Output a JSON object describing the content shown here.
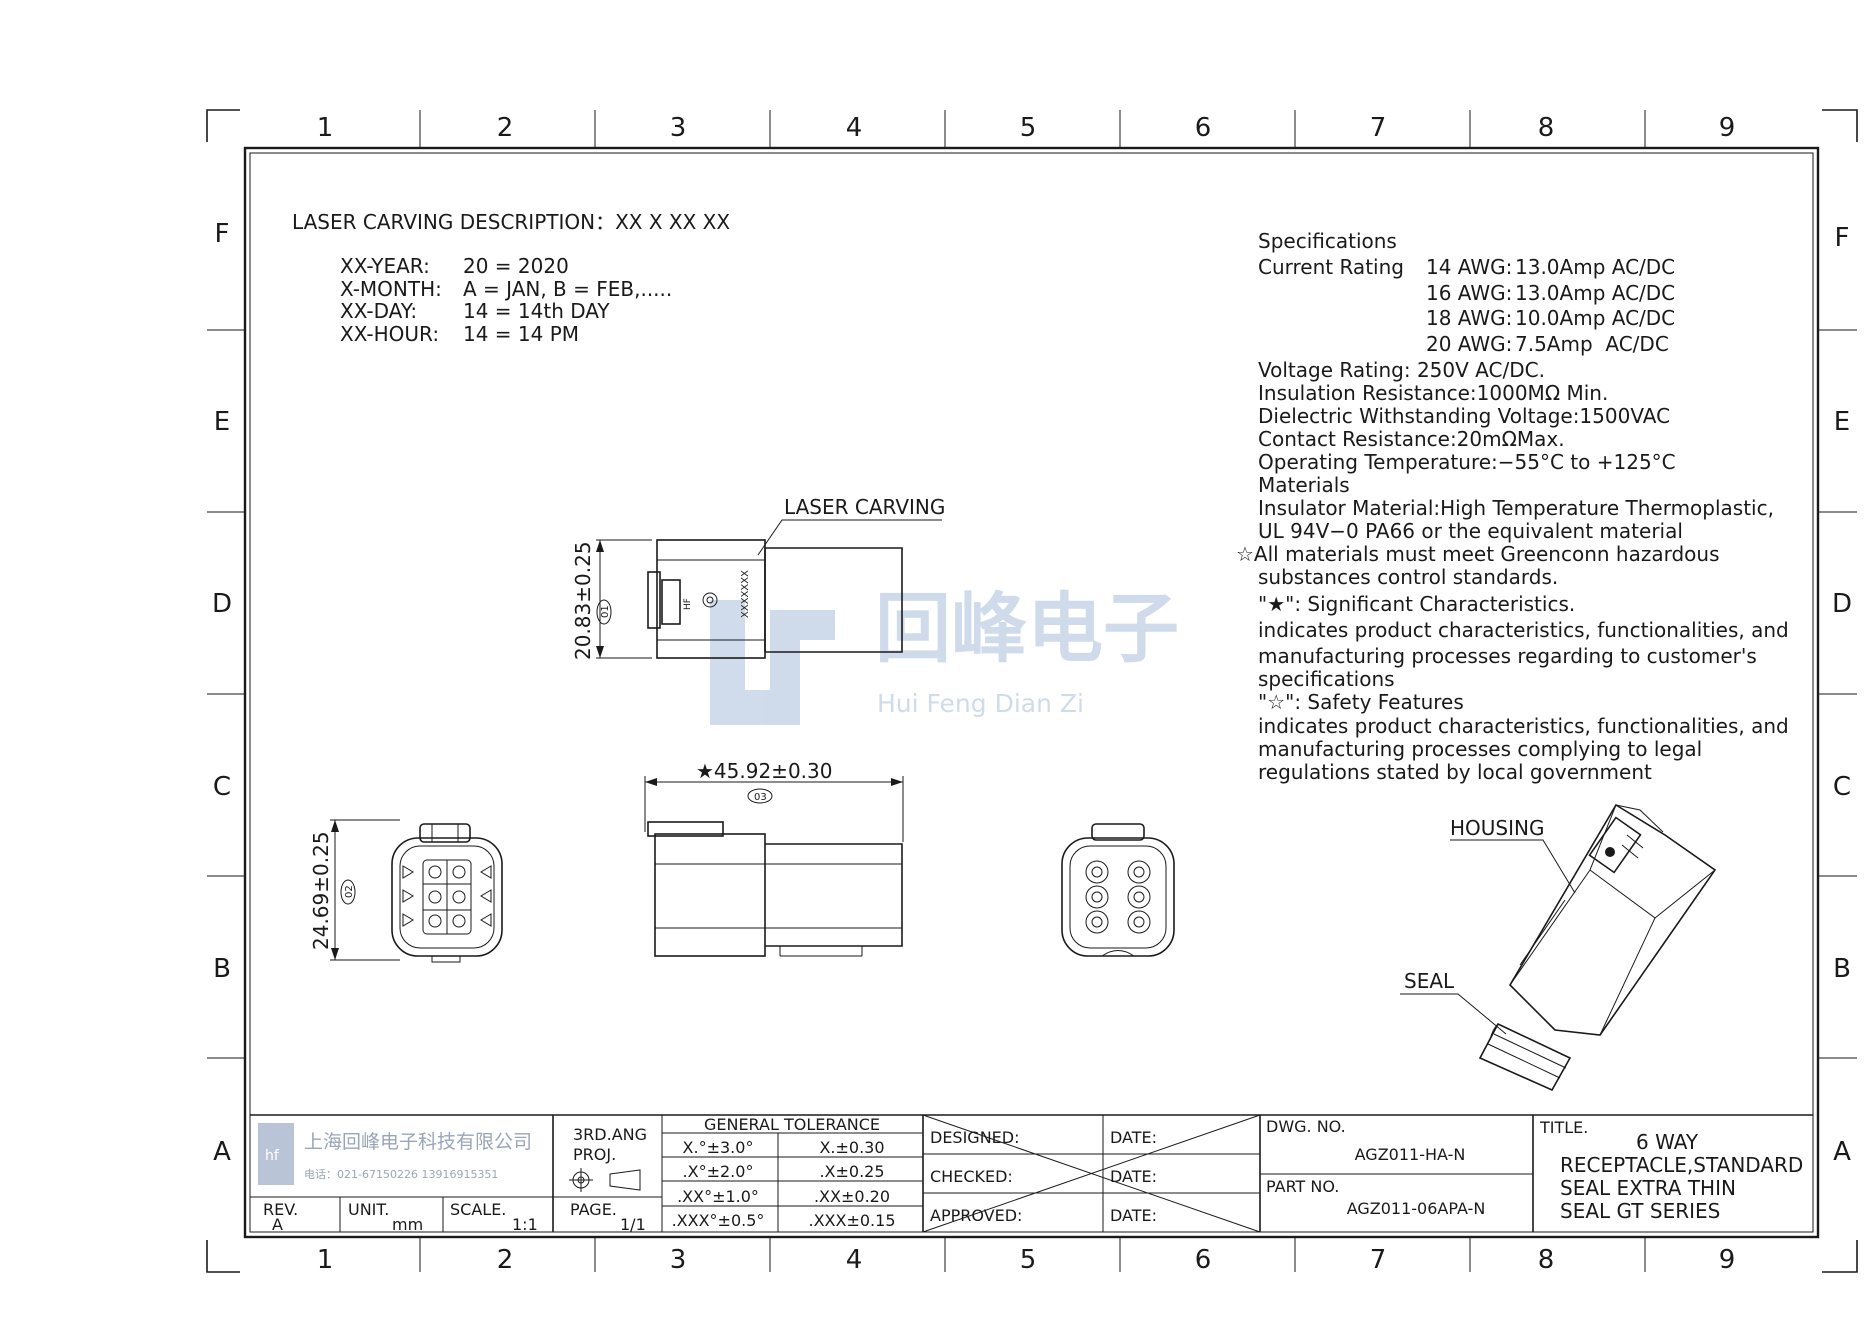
{
  "grid": {
    "columns": [
      "1",
      "2",
      "3",
      "4",
      "5",
      "6",
      "7",
      "8",
      "9"
    ],
    "rows": [
      "F",
      "E",
      "D",
      "C",
      "B",
      "A"
    ]
  },
  "laser": {
    "title": "LASER CARVING DESCRIPTION：XX X XX XX",
    "lines": [
      {
        "k": "XX-YEAR:",
        "v": "20 = 2020"
      },
      {
        "k": "X-MONTH:",
        "v": "A = JAN, B = FEB,....."
      },
      {
        "k": "XX-DAY:",
        "v": "14 = 14th DAY"
      },
      {
        "k": "XX-HOUR:",
        "v": "14 = 14 PM"
      }
    ]
  },
  "specs": {
    "heading": "Specifications",
    "current_label": "Current Rating",
    "current": [
      {
        "awg": "14 AWG:",
        "val": "13.0Amp AC/DC"
      },
      {
        "awg": "16 AWG:",
        "val": "13.0Amp AC/DC"
      },
      {
        "awg": "18 AWG:",
        "val": "10.0Amp AC/DC"
      },
      {
        "awg": "20 AWG:",
        "val": "7.5Amp  AC/DC"
      }
    ],
    "lines": [
      "Voltage Rating: 250V AC/DC.",
      "Insulation Resistance:1000MΩ Min.",
      "Dielectric Withstanding Voltage:1500VAC",
      "Contact Resistance:20mΩMax.",
      "Operating Temperature:−55°C to +125°C",
      "Materials",
      "Insulator Material:High Temperature Thermoplastic,",
      "UL 94V−0 PA66 or the equivalent material",
      "☆All materials must meet Greenconn hazardous",
      "substances control standards.",
      "\"★\": Significant Characteristics.",
      "indicates product characteristics, functionalities, and",
      "manufacturing processes regarding to customer's",
      "specifications",
      "\"☆\": Safety Features",
      "indicates product characteristics, functionalities, and",
      "manufacturing processes complying to legal",
      "regulations stated by local government"
    ]
  },
  "watermark": {
    "cn": "回峰电子",
    "en": "Hui Feng Dian Zi"
  },
  "labels": {
    "laser_carving": "LASER CARVING",
    "housing": "HOUSING",
    "seal": "SEAL",
    "dim_height_top": "20.83±0.25",
    "dim_height_top_tag": "01",
    "dim_length": "★45.92±0.30",
    "dim_length_tag": "03",
    "dim_height_front": "24.69±0.25",
    "dim_height_front_tag": "02",
    "stamp": "XXXXXXX"
  },
  "titleblock": {
    "company": "上海回峰电子科技有限公司",
    "phone": "电话：021-67150226  13916915351",
    "proj": "3RD.ANG",
    "proj2": "PROJ.",
    "rev_label": "REV.",
    "rev": "A",
    "unit_label": "UNIT.",
    "unit": "mm",
    "scale_label": "SCALE.",
    "scale": "1:1",
    "page_label": "PAGE.",
    "page": "1/1",
    "tol_title": "GENERAL TOLERANCE",
    "tol": [
      {
        "a": "X.°±3.0°",
        "b": "X.±0.30"
      },
      {
        "a": ".X°±2.0°",
        "b": ".X±0.25"
      },
      {
        "a": ".XX°±1.0°",
        "b": ".XX±0.20"
      },
      {
        "a": ".XXX°±0.5°",
        "b": ".XXX±0.15"
      }
    ],
    "designed": "DESIGNED:",
    "checked": "CHECKED:",
    "approved": "APPROVED:",
    "date": "DATE:",
    "dwg_label": "DWG. NO.",
    "dwg": "AGZ011-HA-N",
    "part_label": "PART NO.",
    "part": "AGZ011-06APA-N",
    "title_label": "TITLE.",
    "title_lines": [
      "6 WAY",
      "RECEPTACLE,STANDARD",
      "SEAL EXTRA THIN",
      "SEAL GT SERIES"
    ]
  }
}
